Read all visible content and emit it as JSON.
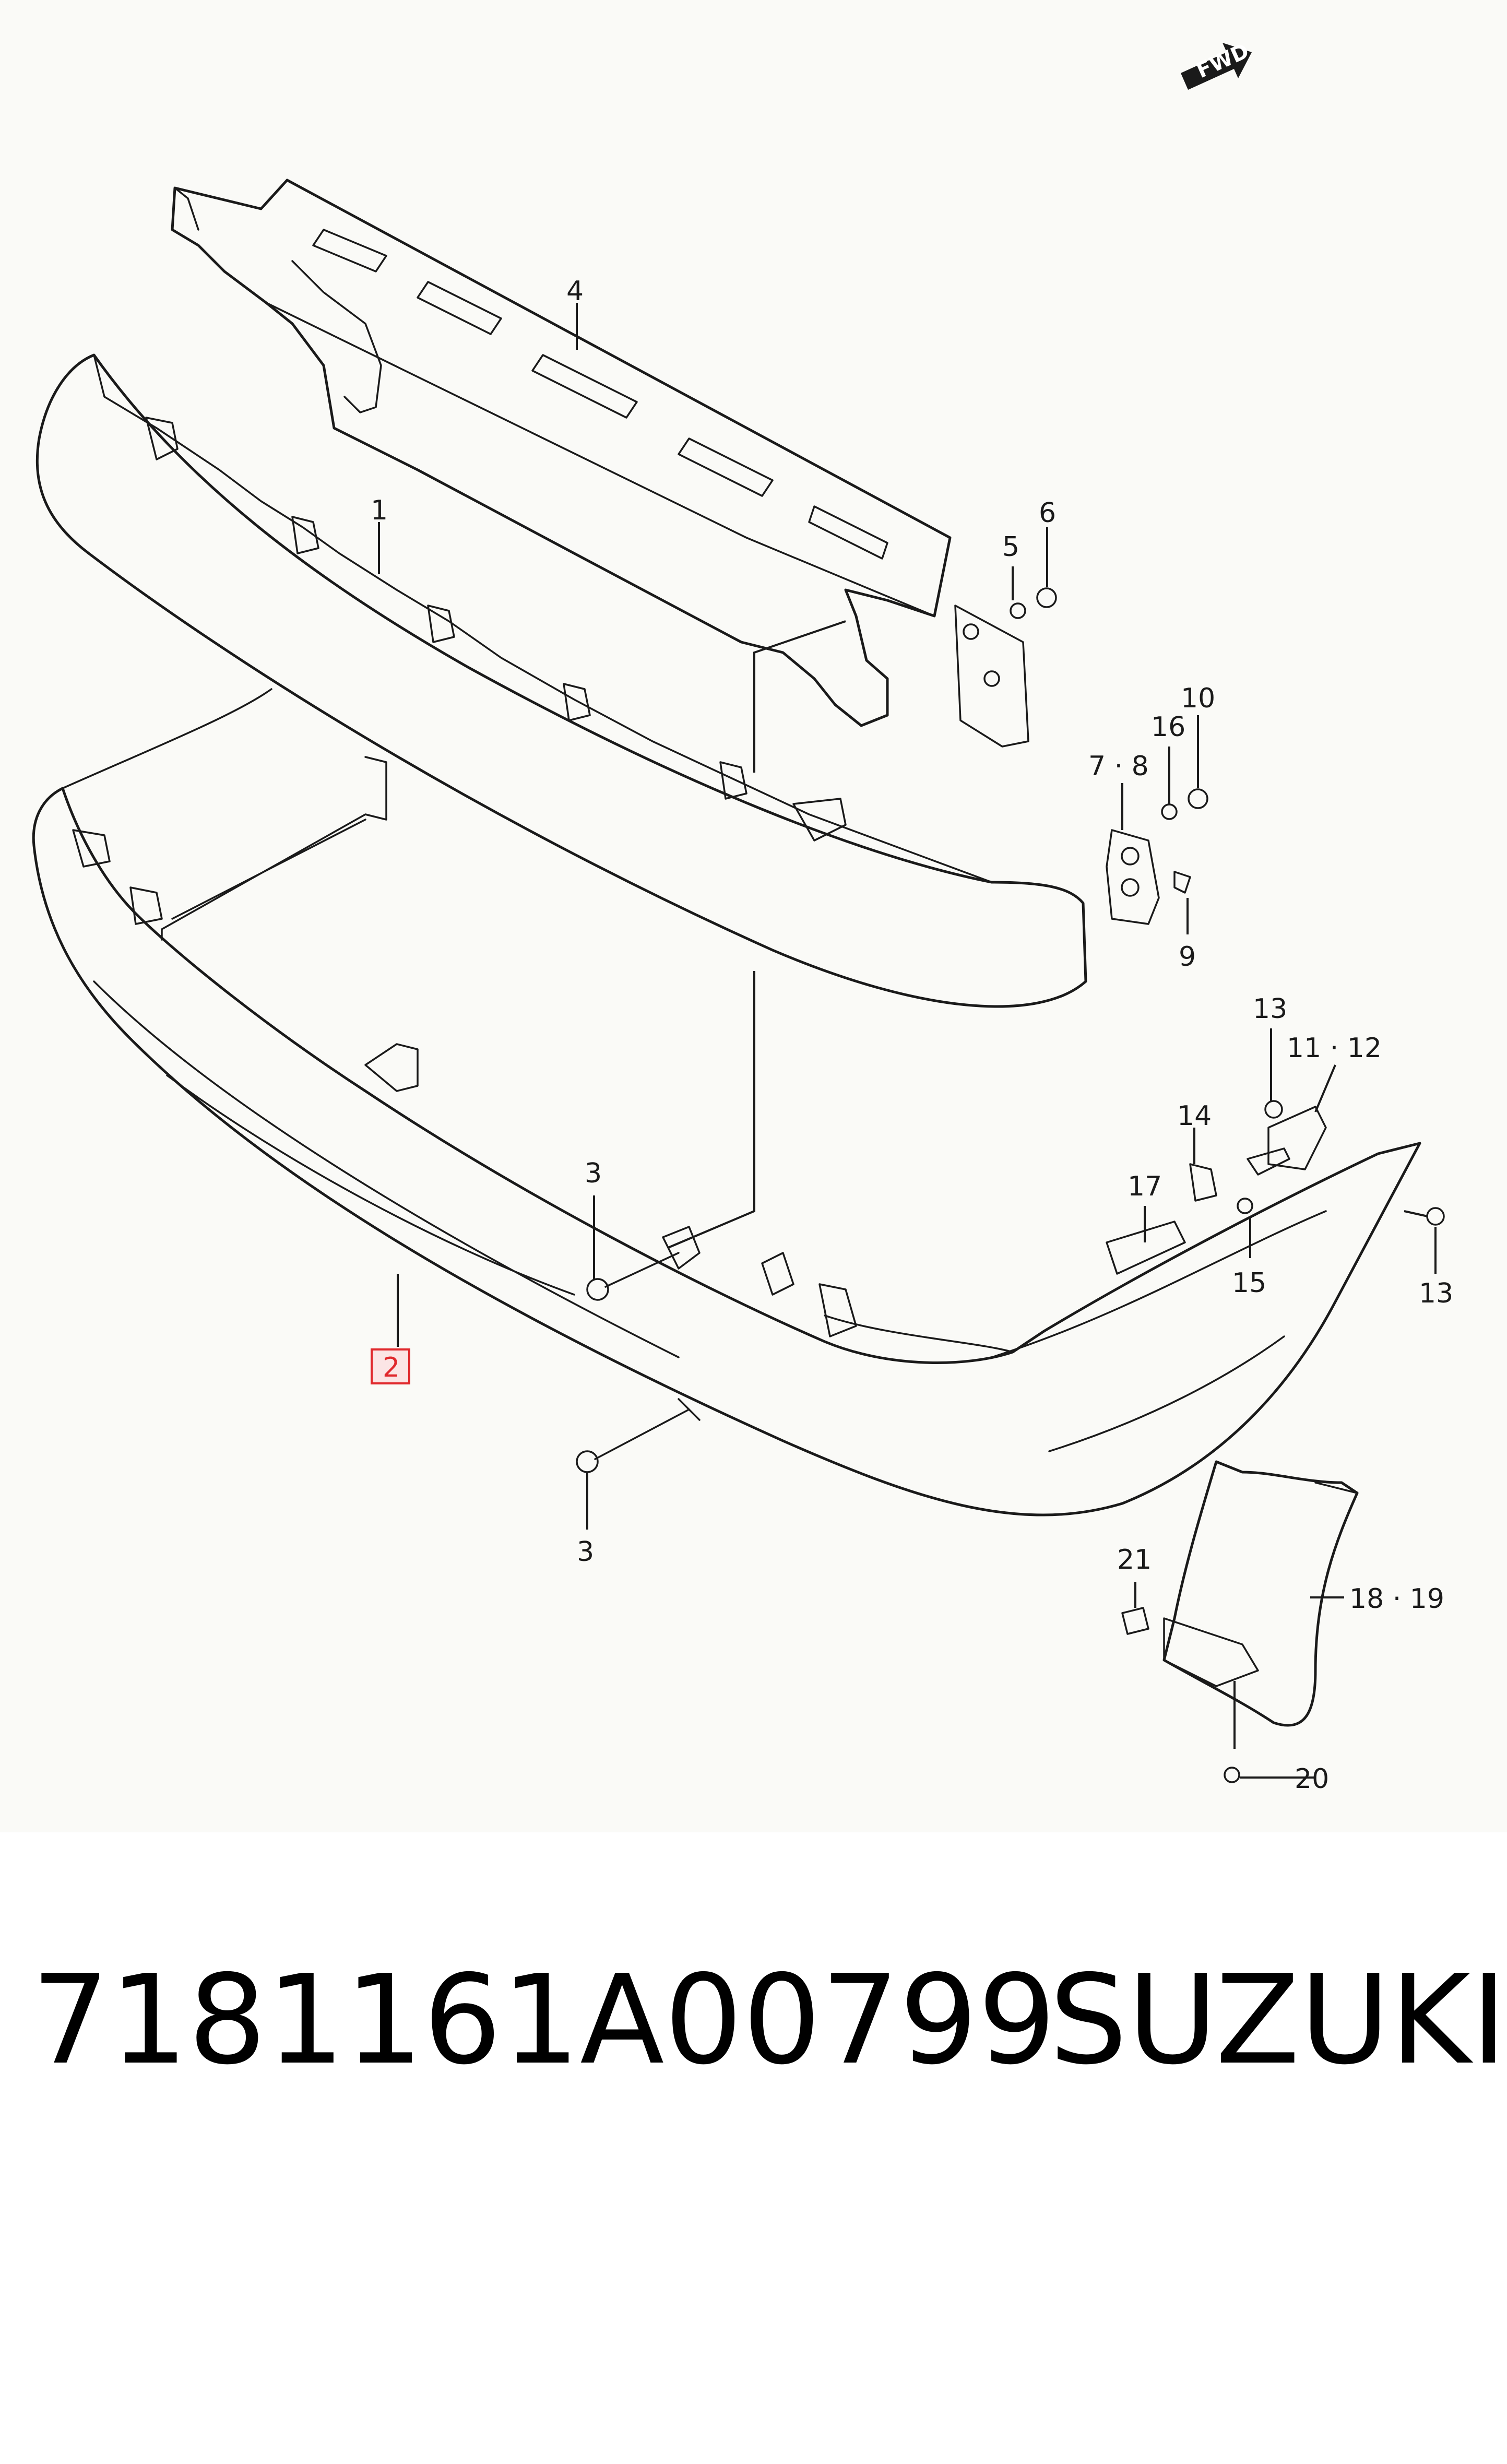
{
  "fwd_label": "FWD",
  "callouts": {
    "c1": "1",
    "c2": "2",
    "c3a": "3",
    "c3b": "3",
    "c4": "4",
    "c5": "5",
    "c6": "6",
    "c7_8": "7 · 8",
    "c9": "9",
    "c10": "10",
    "c11_12": "11 · 12",
    "c13a": "13",
    "c13b": "13",
    "c14": "14",
    "c15": "15",
    "c16": "16",
    "c17": "17",
    "c18_19": "18 · 19",
    "c20": "20",
    "c21": "21"
  },
  "highlight_color": "#e0282c",
  "caption": {
    "part_number": "7181161A00799",
    "brand": "SUZUKI"
  }
}
